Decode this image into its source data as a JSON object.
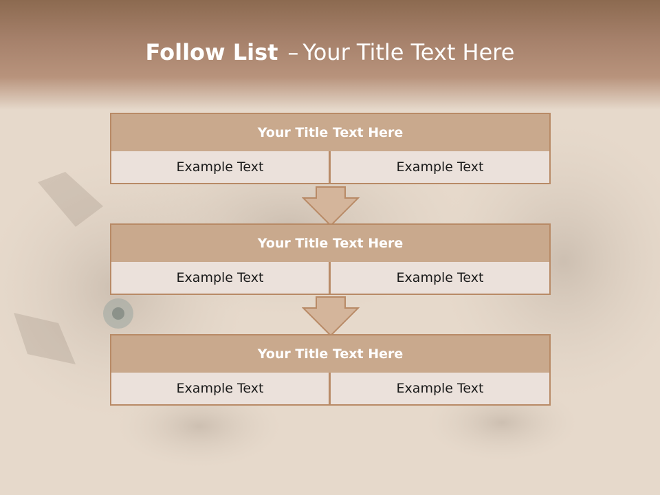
{
  "slide": {
    "title_bold": "Follow List",
    "title_sep": "–",
    "title_rest": "Your Title Text Here"
  },
  "blocks": [
    {
      "title": "Your Title Text Here",
      "left_text": "Example Text",
      "right_text": "Example Text"
    },
    {
      "title": "Your Title Text Here",
      "left_text": "Example Text",
      "right_text": "Example Text"
    },
    {
      "title": "Your Title Text Here",
      "left_text": "Example Text",
      "right_text": "Example Text"
    }
  ],
  "colors": {
    "header": "#a5806a",
    "title_box": "#c9a98d",
    "border": "#b88a66",
    "cell": "#ebe1db",
    "arrow": "#d4b59b"
  },
  "icons": [
    "down-arrow-icon",
    "down-arrow-icon"
  ]
}
